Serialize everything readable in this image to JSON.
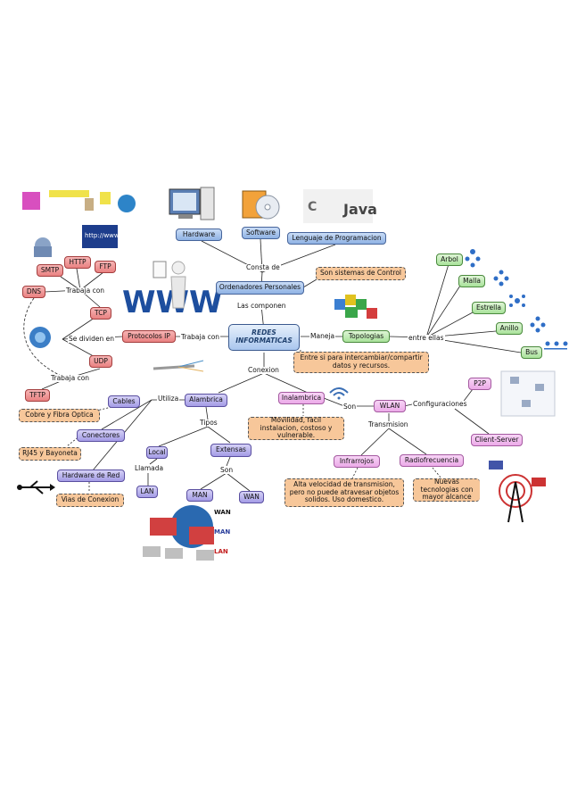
{
  "center": "REDES INFORMATICAS",
  "nodes": {
    "hardware": "Hardware",
    "software": "Software",
    "lenguaje": "Lenguaje de Programacion",
    "ordenadores": "Ordenadores Personales",
    "control": "Son sistemas de Control",
    "protocolos": "Protocolos IP",
    "tcp": "TCP",
    "udp": "UDP",
    "http": "HTTP",
    "ftp": "FTP",
    "smtp": "SMTP",
    "dns": "DNS",
    "tftp": "TFTP",
    "topologias": "Topologias",
    "arbol": "Arbol",
    "malla": "Malla",
    "estrella": "Estrella",
    "anillo": "Anillo",
    "bus": "Bus",
    "conexion_note": "Entre si para intercambiar/compartir datos y recursos.",
    "alambrica": "Alambrica",
    "cables": "Cables",
    "cobre": "Cobre y Fibra Optica",
    "conectores": "Conectores",
    "rj45": "RJ45 y Bayoneta",
    "hardware_red": "Hardware de Red",
    "vias": "Vias de Conexion",
    "local": "Local",
    "lan": "LAN",
    "extensas": "Extensas",
    "man": "MAN",
    "wan": "WAN",
    "inalambrica": "Inalambrica",
    "movilidad": "Movilidad, facil instalacion, costoso y vulnerable.",
    "wlan": "WLAN",
    "p2p": "P2P",
    "client_server": "Client-Server",
    "infrarrojos": "Infrarrojos",
    "radiofrecuencia": "Radiofrecuencia",
    "alta": "Alta velocidad de transmision, pero no puede atravesar objetos solidos. Uso domestico.",
    "nuevas": "Nuevas tecnologias con mayor alcance"
  },
  "labels": {
    "consta": "Consta de",
    "componen": "Las componen",
    "trabaja_con": "Trabaja con",
    "trabaja_con_top": "Trabaja con",
    "se_dividen": "Se dividen en",
    "trabaja_con_bottom": "Trabaja con",
    "maneja": "Maneja",
    "entre_ellas": "entre ellas",
    "conexion": "Conexion",
    "utiliza": "Utiliza",
    "tipos": "Tipos",
    "llamada": "Llamada",
    "son_ext": "Son",
    "son_inal": "Son",
    "configuraciones": "Configuraciones",
    "transmision": "Transmision"
  },
  "pictures": {
    "www": "WWW",
    "http_url": "http://www",
    "java": "Java",
    "map_wan": "WAN",
    "map_man": "MAN",
    "map_lan": "LAN"
  },
  "colors": {
    "blue": "#8fb2e4",
    "purple": "#a49ce6",
    "pink": "#e98181",
    "magenta": "#ecaae8",
    "green": "#a9e29b",
    "note": "#f7c79a"
  }
}
